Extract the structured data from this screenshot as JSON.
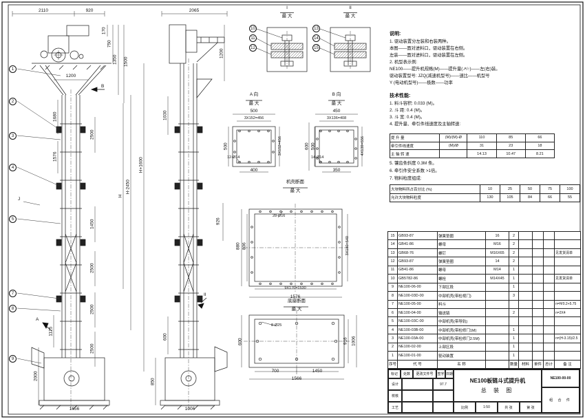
{
  "dims": {
    "v1_w_total": "2110",
    "v1_w_head": "920",
    "v1_170": "170",
    "v1_750": "750",
    "v1_1350": "1350",
    "v1_1500": "1500",
    "v1_1200": "1200",
    "v1_1680": "1680",
    "v1_1576": "1576",
    "v1_2500": "2500",
    "v1_1450": "1450",
    "v1_H": "H",
    "v1_Hm": "H-2450",
    "v1_Hp": "H+1600",
    "v1_1125": "1125",
    "v1_2000": "2000",
    "v1_1656": "1656",
    "v2_2065": "2065",
    "v2_1200": "1200",
    "v2_1030": "1030",
    "v2_926": "926",
    "v2_600": "600",
    "v2_850": "850",
    "v2_1006": "1006",
    "a_500_top": "500",
    "a_456_top": "3X152=456",
    "a_500_left": "500",
    "a_456_right": "3X152=456",
    "a_holes": "12-Ø14",
    "a_400": "400",
    "b_450": "450",
    "b_408": "3X136=408",
    "b_600": "600",
    "b_500": "500",
    "b_556": "4X139=556",
    "b_holes": "14-Ø14",
    "b_350": "350",
    "c_holes": "28-Ø16",
    "c_880": "880",
    "c_806": "806",
    "c_540": "3X180=540",
    "c_1530": "9X170=1530",
    "c_1576": "1576",
    "d_holes": "8-Ø25",
    "d_600": "600",
    "d_916": "916",
    "d_1006": "1006",
    "d_700": "700",
    "d_1450": "1450",
    "d_1566": "1566"
  },
  "labels": {
    "detail1": "I",
    "detail2": "II",
    "max": "最 大",
    "viewA": "A 向",
    "viewB": "B 向",
    "sec_casing": "机壳断面",
    "sec_base": "底座断面",
    "arrowA": "A",
    "arrowB": "B",
    "arrowJ": "J",
    "arrowII": "II"
  },
  "balloons": {
    "b1": "1",
    "b2": "2",
    "b3": "3",
    "b4": "4",
    "b5": "5",
    "b7": "7",
    "b8": "8",
    "b9": "9",
    "b10": "10",
    "b11": "11",
    "b12": "12",
    "b13": "13",
    "b14": "14",
    "b15": "15"
  },
  "notes": {
    "heading": "说明:",
    "lines": [
      "1. 驱动装置分左装和右装两种。",
      "   本图——面对进料口，驱动装置在右侧。",
      "   左装——面对进料口，驱动装置在左侧。",
      "2. 机型表示例:",
      "   NE100——提升机规格(M)——提升量(↗/↑)——左(右)装。",
      "   驱动装置型号: JZQ(减速机型号)——速比——机型号",
      "   Y (电动机型号)——极数——功率"
    ]
  },
  "specs": {
    "heading": "技术性能:",
    "lines": [
      "1. 料斗容积: 0.033 (M)。",
      "2. 斗  距: 0.4 (M)。",
      "3. 斗  宽: 0.4 (M)。",
      "4. 提升量、牵引件线速度及主轴转速:"
    ],
    "notes2": [
      "5. 镶齿条斜度 0.3M 条。",
      "6. 牵引件安全系数 >1倍。",
      "7. 物料粒度组成:"
    ]
  },
  "spec_table": {
    "rows": [
      {
        "label": "提 升 量",
        "unit": "(M)/(M)-Ø",
        "v1": "110",
        "v2": "85",
        "v3": "66"
      },
      {
        "label": "牵引件线速度",
        "unit": "(M)/Ø",
        "v1": "31",
        "v2": "23",
        "v3": "18"
      },
      {
        "label": "主 轴 转 速",
        "unit": "",
        "v1": "14.13",
        "v2": "10.47",
        "v3": "8.21"
      }
    ]
  },
  "particle_table": {
    "rows": [
      {
        "label": "大块物料所占百分比 (%)",
        "c1": "10",
        "c2": "25",
        "c3": "50",
        "c4": "75",
        "c5": "100"
      },
      {
        "label": "允许大块物料粒度",
        "c1": "130",
        "c2": "105",
        "c3": "84",
        "c4": "66",
        "c5": "55"
      }
    ]
  },
  "bom": {
    "header": [
      "序号",
      "代  号",
      "名  称",
      "",
      "数量",
      "材料",
      "单件",
      "总计",
      "备 注"
    ],
    "rows": [
      {
        "no": "15",
        "code": "GB93-87",
        "name": "弹簧垫圈",
        "spec": "16",
        "qty": "2",
        "mat": "",
        "w1": "",
        "w2": "",
        "rem": ""
      },
      {
        "no": "14",
        "code": "GB41-86",
        "name": "螺母",
        "spec": "M16",
        "qty": "2",
        "mat": "",
        "w1": "",
        "w2": "",
        "rem": ""
      },
      {
        "no": "13",
        "code": "GB68-76",
        "name": "螺钉",
        "spec": "M16X65",
        "qty": "2",
        "mat": "",
        "w1": "",
        "w2": "",
        "rem": "见发货清单"
      },
      {
        "no": "12",
        "code": "GB93-87",
        "name": "弹簧垫圈",
        "spec": "14",
        "qty": "2",
        "mat": "",
        "w1": "",
        "w2": "",
        "rem": ""
      },
      {
        "no": "11",
        "code": "GB41-86",
        "name": "螺母",
        "spec": "M14",
        "qty": "1",
        "mat": "",
        "w1": "",
        "w2": "",
        "rem": ""
      },
      {
        "no": "10",
        "code": "GB5782-86",
        "name": "螺栓",
        "spec": "M14X45",
        "qty": "1",
        "mat": "",
        "w1": "",
        "w2": "",
        "rem": "见发货清单"
      },
      {
        "no": "9",
        "code": "NE100-06-00",
        "name": "下部区段",
        "spec": "",
        "qty": "1",
        "mat": "",
        "w1": "",
        "w2": "",
        "rem": ""
      },
      {
        "no": "8",
        "code": "NE100-03D-00",
        "name": "中部机壳(带检视门)",
        "spec": "",
        "qty": "3",
        "mat": "",
        "w1": "",
        "w2": "",
        "rem": ""
      },
      {
        "no": "7",
        "code": "NE100-05-00",
        "name": "料斗",
        "spec": "",
        "qty": "",
        "mat": "",
        "w1": "",
        "w2": "",
        "rem": "n=H/0.2+5.75"
      },
      {
        "no": "6",
        "code": "NE100-04-00",
        "name": "输送链",
        "spec": "",
        "qty": "2",
        "mat": "",
        "w1": "",
        "w2": "",
        "rem": "n=2X4"
      },
      {
        "no": "5",
        "code": "NE100-03C-00",
        "name": "中部机壳(带导轨)",
        "spec": "",
        "qty": "",
        "mat": "",
        "w1": "",
        "w2": "",
        "rem": ""
      },
      {
        "no": "4",
        "code": "NE100-03B-00",
        "name": "中部机壳(带检修门1M)",
        "spec": "",
        "qty": "1",
        "mat": "",
        "w1": "",
        "w2": "",
        "rem": ""
      },
      {
        "no": "3",
        "code": "NE100-03A-00",
        "name": "中部机壳(带检修门2.5M)",
        "spec": "",
        "qty": "1",
        "mat": "",
        "w1": "",
        "w2": "",
        "rem": "n=(H-3.15)/2.5"
      },
      {
        "no": "2",
        "code": "NE100-02-00",
        "name": "上部区段",
        "spec": "",
        "qty": "1",
        "mat": "",
        "w1": "",
        "w2": "",
        "rem": ""
      },
      {
        "no": "1",
        "code": "NE100-01-00",
        "name": "驱动装置",
        "spec": "",
        "qty": "1",
        "mat": "",
        "w1": "",
        "w2": "",
        "rem": ""
      }
    ]
  },
  "titleblock": {
    "product": "NE100板链斗式提升机",
    "drawing": "总 装 图",
    "number": "NE100-00-00",
    "kind": "组 合 件",
    "rev": [
      "标记",
      "处数",
      "更改文件号",
      "签字",
      "日期"
    ],
    "design": "设计",
    "check": "校核",
    "craft": "工艺",
    "date": "97.7",
    "scale_label": "比例",
    "scale": "1:50",
    "sheet_total": "共 张",
    "sheet_no": "第 张"
  }
}
